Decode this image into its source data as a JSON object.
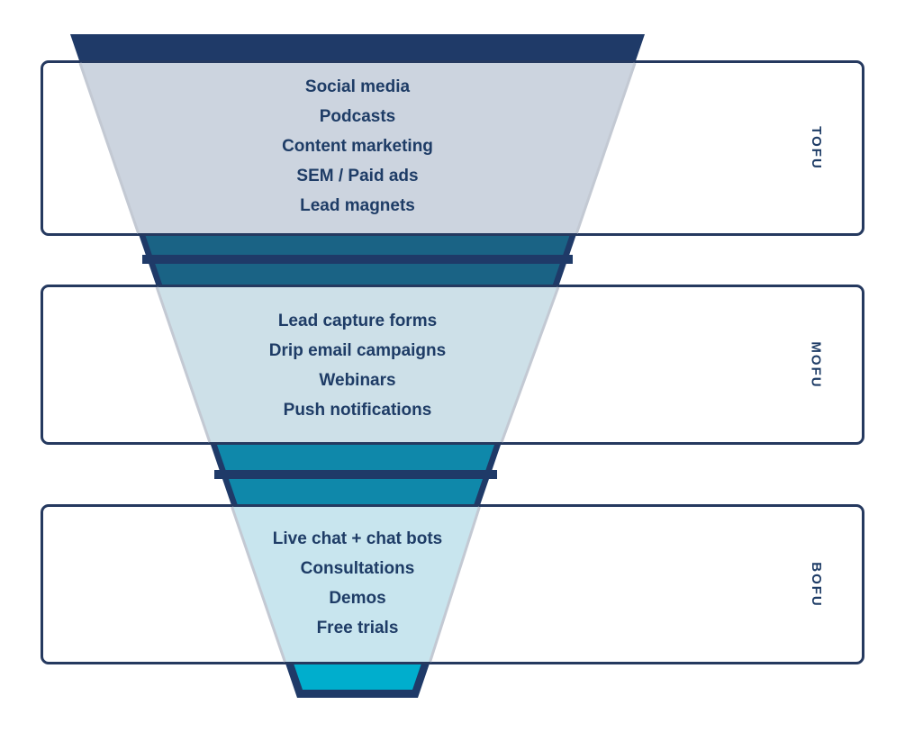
{
  "stages": [
    {
      "id": "tofu",
      "label": "TOFU",
      "items": [
        "Social media",
        "Podcasts",
        "Content marketing",
        "SEM / Paid ads",
        "Lead magnets"
      ]
    },
    {
      "id": "mofu",
      "label": "MOFU",
      "items": [
        "Lead capture forms",
        "Drip email campaigns",
        "Webinars",
        "Push notifications"
      ]
    },
    {
      "id": "bofu",
      "label": "BOFU",
      "items": [
        "Live chat + chat bots",
        "Consultations",
        "Demos",
        "Free trials"
      ]
    }
  ],
  "colors": {
    "navy": "#1f3a68",
    "box_border": "#25395f",
    "text": "#1e3c66",
    "stage1_fill": "#ccd4df",
    "stage2_fill": "#cde0e8",
    "stage3_fill": "#c8e5ee",
    "band1_fill": "#1a6385",
    "band2_fill": "#0f88aa",
    "tip_fill": "#00aecd",
    "edge_shadow": "#c3c9d3"
  }
}
